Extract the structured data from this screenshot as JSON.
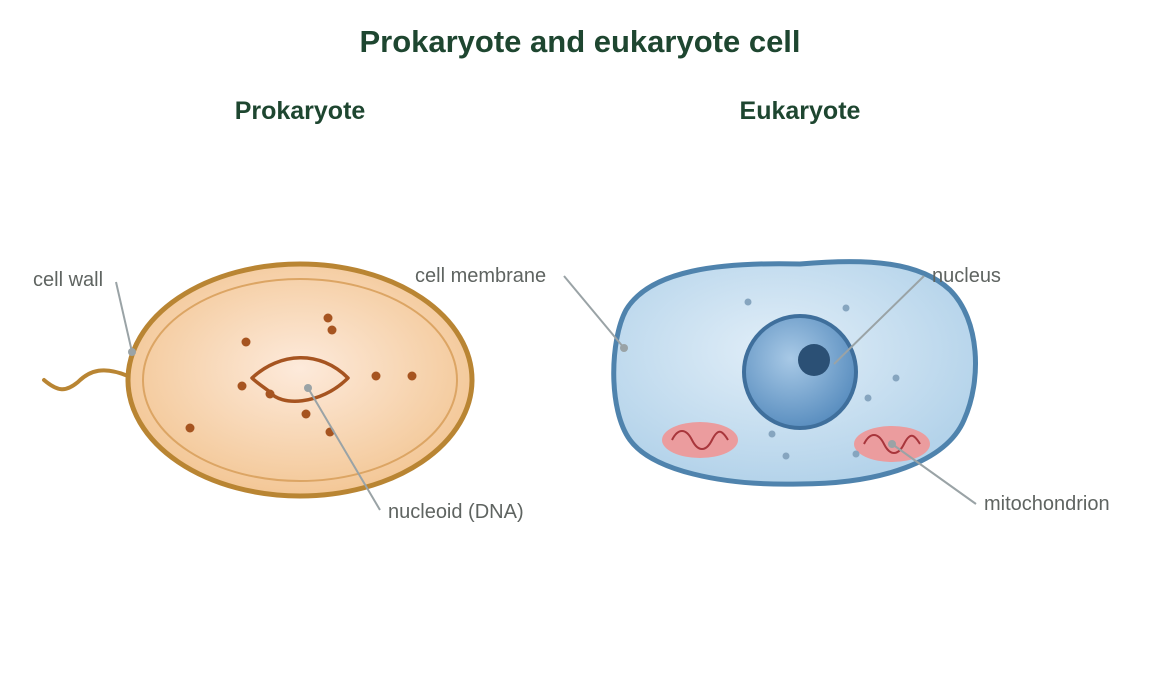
{
  "title": "Prokaryote and eukaryote cell",
  "prokaryote": {
    "heading": "Prokaryote",
    "labels": {
      "cell_wall": "cell wall",
      "nucleoid": "nucleoid (DNA)"
    }
  },
  "eukaryote": {
    "heading": "Eukaryote",
    "labels": {
      "cell_membrane": "cell membrane",
      "nucleus": "nucleus",
      "mitochondrion": "mitochondrion"
    }
  },
  "colors": {
    "title_text": "#1e4630",
    "label_text": "#5f6461",
    "leader_line": "#9aa3a6",
    "prokaryote_wall": "#b98533",
    "prokaryote_inner_line": "#dca564",
    "prokaryote_fill_center": "#fdeadb",
    "prokaryote_fill_edge": "#f3c796",
    "ribosome_dot": "#a65420",
    "nucleoid_stroke": "#a65420",
    "eukaryote_membrane": "#4f83ad",
    "eukaryote_fill_center": "#e1eef8",
    "eukaryote_fill_edge": "#b4d3ea",
    "nucleus_fill_center": "#a8c9e6",
    "nucleus_fill_edge": "#5b8fc0",
    "nucleus_stroke": "#3f6f9c",
    "nucleolus": "#2b5075",
    "eukaryote_dot": "#86a5bf",
    "mito_fill": "#eb9c9e",
    "mito_stroke": "#c24e53",
    "mito_crista": "#a8363c"
  }
}
